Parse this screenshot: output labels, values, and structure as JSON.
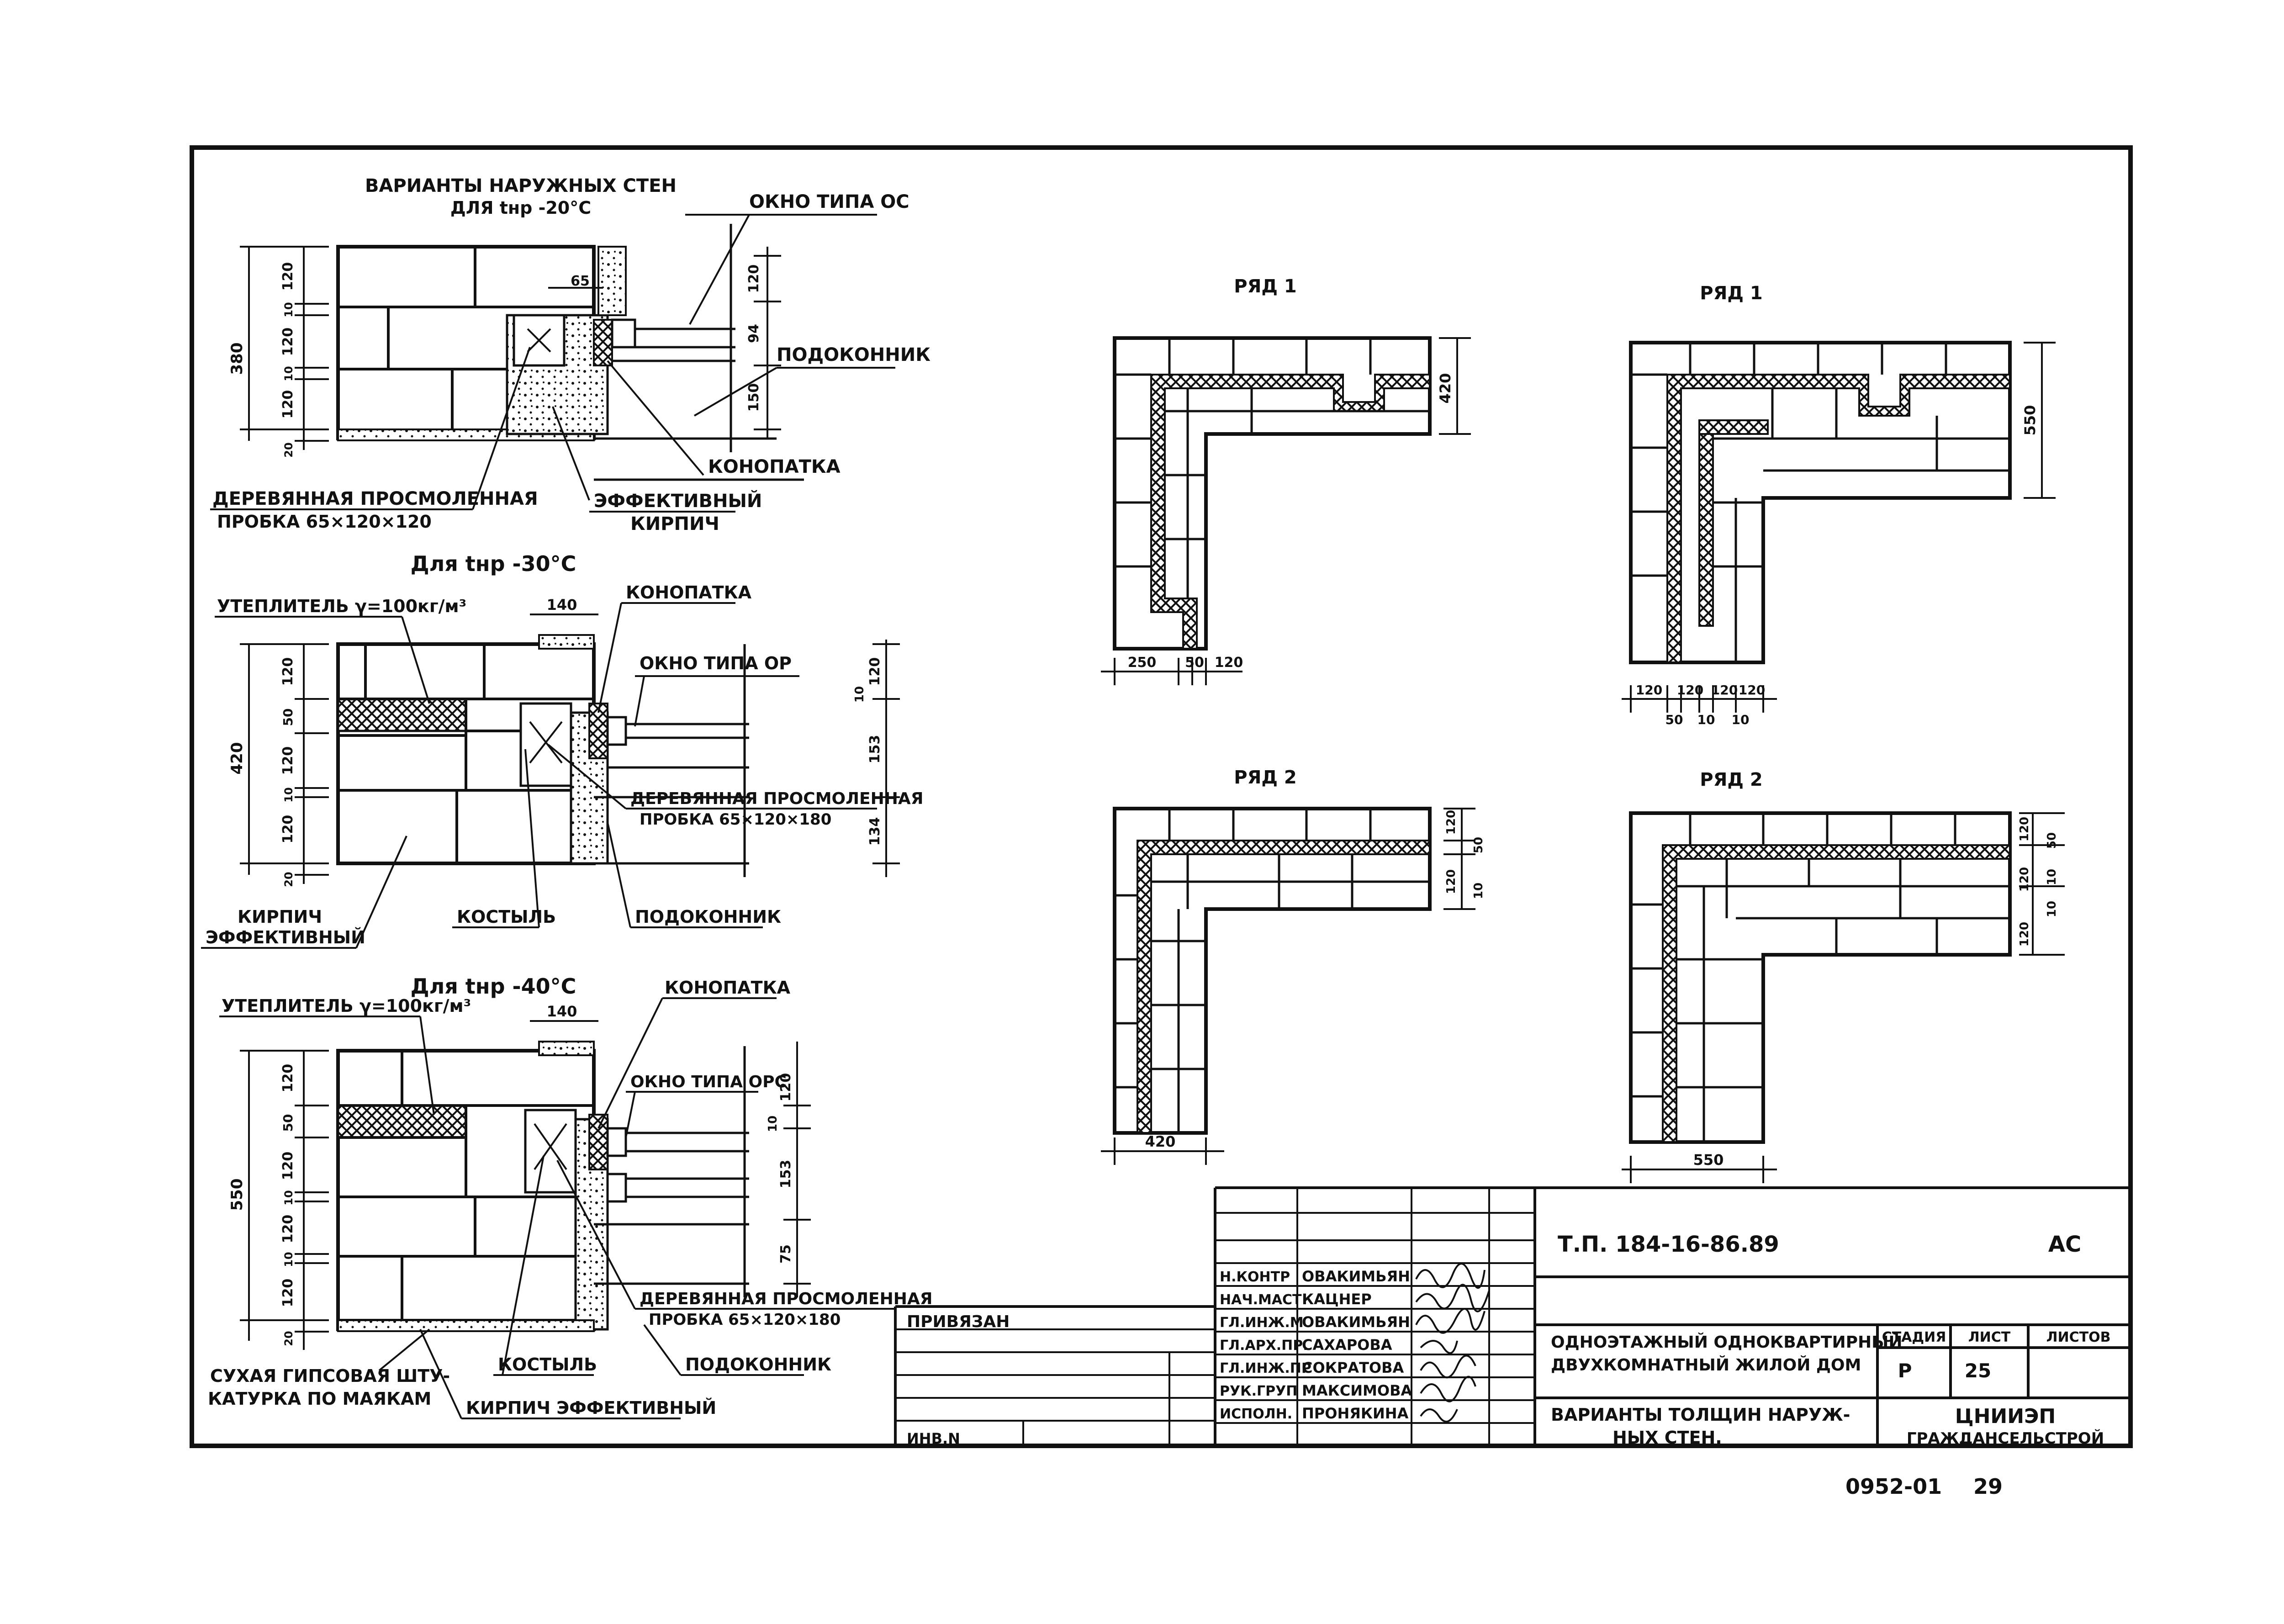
{
  "top_section": {
    "title_line1": "ВАРИАНТЫ НАРУЖНЫХ СТЕН",
    "title_line2": "ДЛЯ tнр -20°С",
    "window_label": "ОКНО ТИПА ОС",
    "sill_label": "ПОДОКОННИК",
    "caulk_label": "КОНОПАТКА",
    "brick_label_1": "ЭФФЕКТИВНЫЙ",
    "brick_label_2": "КИРПИЧ",
    "plug_label_1": "ДЕРЕВЯННАЯ ПРОСМОЛЕННАЯ",
    "plug_label_2": "ПРОБКА 65×120×120",
    "dim_total": "380",
    "dim_left": [
      "120",
      "10",
      "120",
      "10",
      "120",
      "20"
    ],
    "dim_right": [
      "120",
      "94",
      "150"
    ],
    "dim_top": "65"
  },
  "middle_section": {
    "title": "Для tнр -30°С",
    "insulation_label": "УТЕПЛИТЕЛЬ γ=100кг/м³",
    "caulk_label": "КОНОПАТКА",
    "window_label": "ОКНО ТИПА ОР",
    "plug_label_1": "ДЕРЕВЯННАЯ ПРОСМОЛЕННАЯ",
    "plug_label_2": "ПРОБКА 65×120×180",
    "brick_label_1": "КИРПИЧ",
    "brick_label_2": "ЭФФЕКТИВНЫЙ",
    "crutch_label": "КОСТЫЛЬ",
    "sill_label": "ПОДОКОННИК",
    "dim_total": "420",
    "dim_left": [
      "120",
      "50",
      "120",
      "10",
      "120",
      "20"
    ],
    "dim_right": [
      "10",
      "120",
      "153",
      "134"
    ],
    "dim_top": "140"
  },
  "bottom_section": {
    "title": "Для tнр -40°С",
    "insulation_label": "УТЕПЛИТЕЛЬ γ=100кг/м³",
    "caulk_label": "КОНОПАТКА",
    "window_label": "ОКНО ТИПА ОРС",
    "plug_label_1": "ДЕРЕВЯННАЯ ПРОСМОЛЕННАЯ",
    "plug_label_2": "ПРОБКА 65×120×180",
    "plaster_label_1": "СУХАЯ ГИПСОВАЯ ШТУ-",
    "plaster_label_2": "КАТУРКА ПО МАЯКАМ",
    "crutch_label": "КОСТЫЛЬ",
    "brick_label": "КИРПИЧ ЭФФЕКТИВНЫЙ",
    "sill_label": "ПОДОКОННИК",
    "dim_total": "550",
    "dim_left": [
      "120",
      "50",
      "120",
      "10",
      "120",
      "10",
      "120",
      "20"
    ],
    "dim_right": [
      "10",
      "120",
      "153",
      "75"
    ],
    "dim_top": "140"
  },
  "corners": {
    "tl": {
      "label": "РЯД 1",
      "dim_side": "420",
      "dims_bottom": [
        "250",
        "50",
        "120"
      ]
    },
    "tr": {
      "label": "РЯД 1",
      "dim_side": "550",
      "dims_bottom": [
        "120",
        "120",
        "120",
        "120"
      ],
      "dims_bottom2": [
        "50",
        "10",
        "10"
      ]
    },
    "bl": {
      "label": "РЯД 2",
      "dim_side": [
        "120",
        "120",
        "10",
        "50"
      ],
      "dim_bottom": "420"
    },
    "br": {
      "label": "РЯД 2",
      "dim_side": [
        "120",
        "120",
        "120",
        "10",
        "10",
        "50"
      ],
      "dim_bottom": "550"
    }
  },
  "title_block": {
    "doc_code": "Т.П. 184-16-86.89",
    "section_code": "АС",
    "project_line1": "ОДНОЭТАЖНЫЙ ОДНОКВАРТИРНЫЙ",
    "project_line2": "ДВУХКОМНАТНЫЙ ЖИЛОЙ ДОМ",
    "sheet_title_line1": "ВАРИАНТЫ ТОЛЩИН НАРУЖ-",
    "sheet_title_line2": "НЫХ СТЕН.",
    "stage_header": "СТАДИЯ",
    "sheet_header": "ЛИСТ",
    "sheets_header": "ЛИСТОВ",
    "stage": "Р",
    "sheet_no": "25",
    "org_line1": "ЦНИИЭП",
    "org_line2": "ГРАЖДАНСЕЛЬСТРОЙ",
    "bound_label": "ПРИВЯЗАН",
    "inv_label": "ИНВ.N",
    "staff": [
      {
        "role": "Н.КОНТР",
        "name": "ОВАКИМЬЯН"
      },
      {
        "role": "НАЧ.МАСТ",
        "name": "КАЦНЕР"
      },
      {
        "role": "ГЛ.ИНЖ.М",
        "name": "ОВАКИМЬЯН"
      },
      {
        "role": "ГЛ.АРХ.ПР.",
        "name": "САХАРОВА"
      },
      {
        "role": "ГЛ.ИНЖ.ПР",
        "name": "СОКРАТОВА"
      },
      {
        "role": "РУК.ГРУП",
        "name": "МАКСИМОВА"
      },
      {
        "role": "ИСПОЛН.",
        "name": "ПРОНЯКИНА"
      }
    ],
    "footer_code": "0952-01",
    "footer_page": "29"
  }
}
